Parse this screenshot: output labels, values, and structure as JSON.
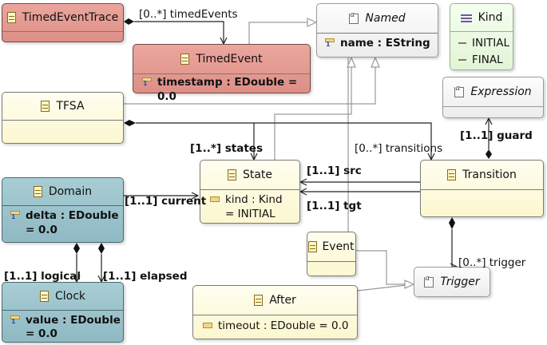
{
  "classes": {
    "timed_event_trace": {
      "name": "TimedEventTrace"
    },
    "timed_event": {
      "name": "TimedEvent",
      "attributes": [
        "timestamp : EDouble = 0.0"
      ]
    },
    "named": {
      "name": "Named",
      "attributes": [
        "name : EString"
      ]
    },
    "kind": {
      "name": "Kind",
      "literals": [
        "INITIAL",
        "FINAL"
      ]
    },
    "expression": {
      "name": "Expression"
    },
    "tfsa": {
      "name": "TFSA"
    },
    "state": {
      "name": "State",
      "attributes": [
        "kind : Kind",
        "= INITIAL"
      ]
    },
    "transition": {
      "name": "Transition"
    },
    "domain": {
      "name": "Domain",
      "attributes": [
        "delta : EDouble",
        "= 0.0"
      ]
    },
    "clock": {
      "name": "Clock",
      "attributes": [
        "value : EDouble",
        "= 0.0"
      ]
    },
    "event": {
      "name": "Event"
    },
    "after": {
      "name": "After",
      "attributes": [
        "timeout : EDouble = 0.0"
      ]
    },
    "trigger": {
      "name": "Trigger"
    }
  },
  "references": {
    "timed_events": "[0..*] timedEvents",
    "states": "[1..*] states",
    "transitions": "[0..*] transitions",
    "guard": "[1..1] guard",
    "current": "[1..1] current",
    "src": "[1..1] src",
    "tgt": "[1..1] tgt",
    "trigger": "[0..*] trigger",
    "logical": "[1..1] logical",
    "elapsed": "[1..1] elapsed"
  },
  "colors": {
    "red_class": "#dd8f86",
    "teal_class": "#8fb9c3",
    "yellow_class": "#fcf7cf",
    "gray_class": "#ececec",
    "enum_class": "#e2f4d6"
  }
}
